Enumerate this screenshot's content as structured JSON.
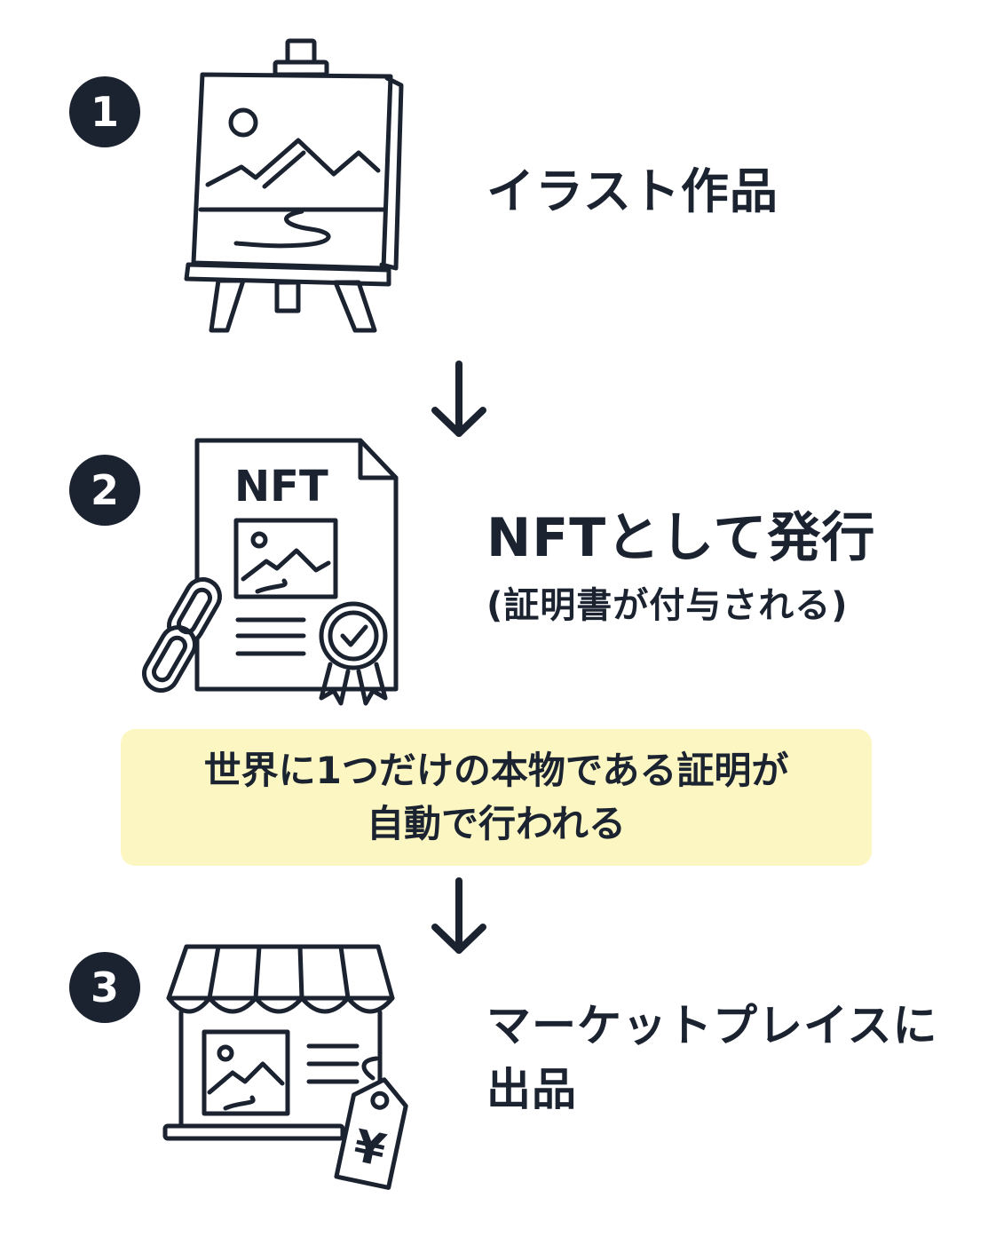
{
  "steps": [
    {
      "number": "1",
      "title": "イラスト作品"
    },
    {
      "number": "2",
      "title": "NFTとして発行",
      "subtitle": "(証明書が付与される)",
      "icon_text": "NFT"
    },
    {
      "number": "3",
      "title_line1": "マーケットプレイスに",
      "title_line2": "出品",
      "icon_text": "¥"
    }
  ],
  "highlight": {
    "line1": "世界に1つだけの本物である証明が",
    "line2": "自動で行われる"
  },
  "icons": {
    "step1": "easel-canvas-icon",
    "step2": "nft-certificate-icon",
    "step3": "storefront-icon",
    "arrow": "arrow-down-icon"
  },
  "colors": {
    "ink": "#1b2230",
    "highlight_bg": "#fbf6c2",
    "background": "#ffffff"
  }
}
